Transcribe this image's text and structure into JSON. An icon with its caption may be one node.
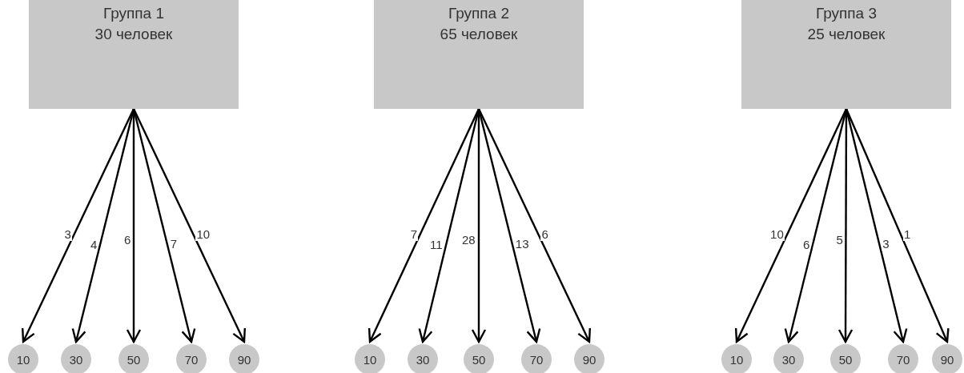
{
  "diagram": {
    "nodes": [
      {
        "text": [
          "Группа 1",
          "30 человек"
        ]
      },
      {
        "text": [
          "Группа 2",
          "65 человек"
        ]
      },
      {
        "text": [
          "Группа 3",
          "25 человек"
        ]
      },
      {
        "text": [
          "10"
        ]
      },
      {
        "text": [
          "30"
        ]
      },
      {
        "text": [
          "50"
        ]
      },
      {
        "text": [
          "70"
        ]
      },
      {
        "text": [
          "90"
        ]
      },
      {
        "text": [
          "10"
        ]
      },
      {
        "text": [
          "30"
        ]
      },
      {
        "text": [
          "50"
        ]
      },
      {
        "text": [
          "70"
        ]
      },
      {
        "text": [
          "90"
        ]
      },
      {
        "text": [
          "10"
        ]
      },
      {
        "text": [
          "30"
        ]
      },
      {
        "text": [
          "50"
        ]
      },
      {
        "text": [
          "70"
        ]
      },
      {
        "text": [
          "90"
        ]
      }
    ],
    "edges": [
      {
        "from": 0,
        "to": 3,
        "arrow": "to",
        "label": "3"
      },
      {
        "from": 0,
        "to": 4,
        "arrow": "to",
        "label": "4"
      },
      {
        "from": 0,
        "to": 5,
        "arrow": "to",
        "label": "6"
      },
      {
        "from": 0,
        "to": 6,
        "arrow": "to",
        "label": "7"
      },
      {
        "from": 0,
        "to": 7,
        "arrow": "to",
        "label": "10"
      },
      {
        "from": 1,
        "to": 8,
        "arrow": "to",
        "label": "7"
      },
      {
        "from": 1,
        "to": 9,
        "arrow": "to",
        "label": "11"
      },
      {
        "from": 1,
        "to": 10,
        "arrow": "to",
        "label": "28"
      },
      {
        "from": 1,
        "to": 11,
        "arrow": "to",
        "label": "13"
      },
      {
        "from": 1,
        "to": 12,
        "arrow": "to",
        "label": "6"
      },
      {
        "from": 2,
        "to": 13,
        "arrow": "to",
        "label": "10"
      },
      {
        "from": 2,
        "to": 14,
        "arrow": "to",
        "label": "6"
      },
      {
        "from": 2,
        "to": 15,
        "arrow": "to",
        "label": "5"
      },
      {
        "from": 2,
        "to": 16,
        "arrow": "to",
        "label": "3"
      },
      {
        "from": 2,
        "to": 17,
        "arrow": "to",
        "label": "1"
      }
    ]
  }
}
